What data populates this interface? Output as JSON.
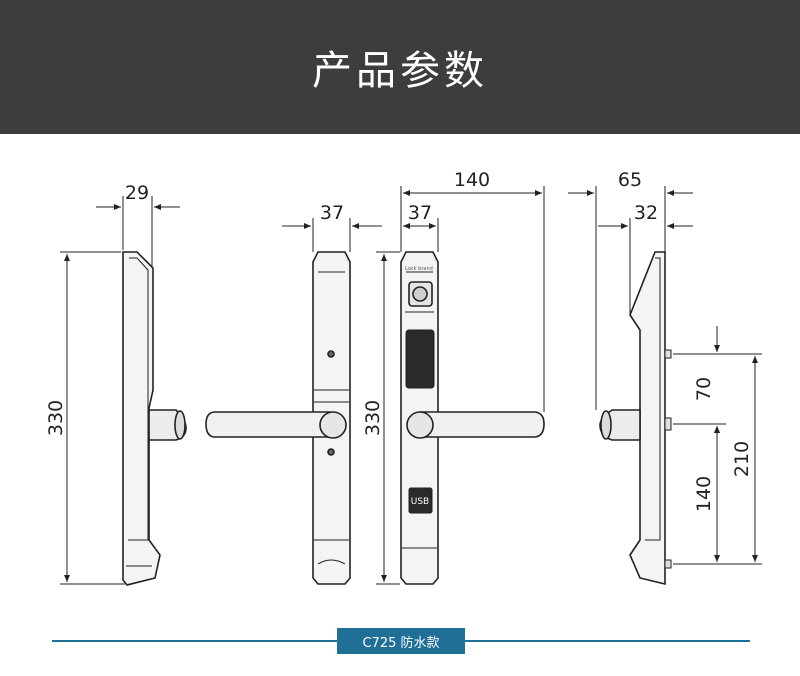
{
  "header": {
    "title": "产品参数"
  },
  "dimensions": {
    "side_width": "29",
    "side_height": "330",
    "inner_width": "37",
    "front_width": "37",
    "front_height": "330",
    "handle_reach": "140",
    "depth_total": "65",
    "depth_plate": "32",
    "spindle_spacing": "70",
    "spindle_to_bottom": "140",
    "total_spacing": "210"
  },
  "device": {
    "usb_label": "USB",
    "brand_text": "Lock brand"
  },
  "footer": {
    "model_label": "C725 防水款"
  },
  "colors": {
    "header_bg": "#3d3d3d",
    "accent": "#1f6f97",
    "line": "#222222"
  }
}
